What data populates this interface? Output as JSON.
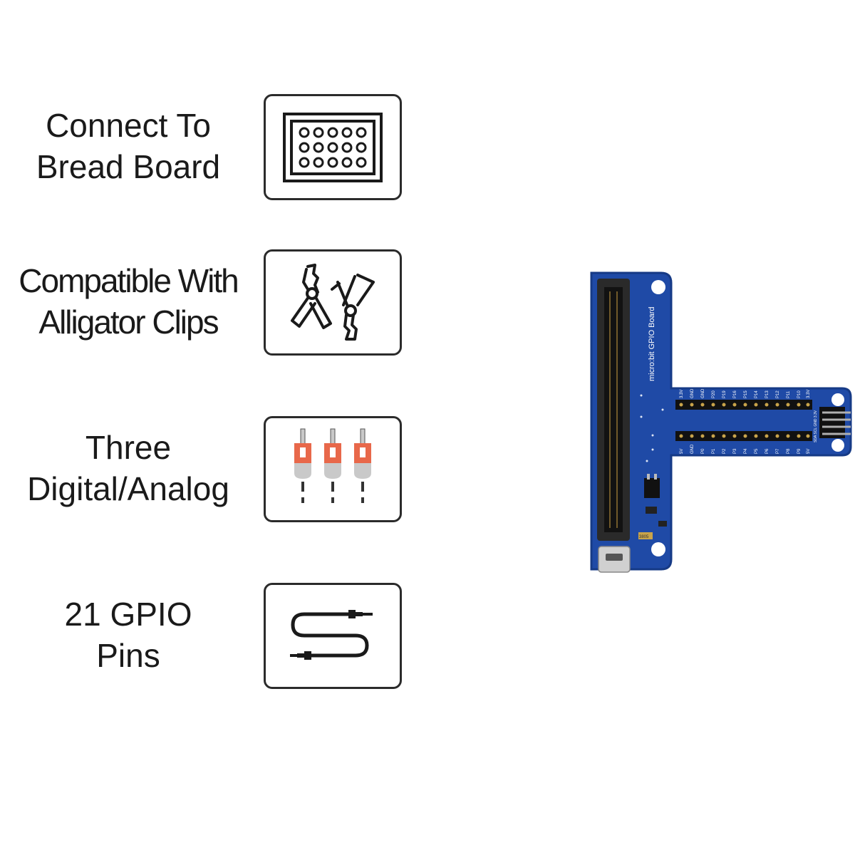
{
  "features": [
    {
      "lines": [
        "Connect To",
        "Bread Board"
      ],
      "icon": "breadboard-icon"
    },
    {
      "lines": [
        "Compatible With",
        "Alligator Clips"
      ],
      "icon": "alligator-clips-icon"
    },
    {
      "lines": [
        "Three",
        "Digital/Analog"
      ],
      "icon": "pin-headers-icon"
    },
    {
      "lines": [
        "21 GPIO",
        "Pins"
      ],
      "icon": "jumper-cable-icon"
    }
  ],
  "board": {
    "silkscreen_title": "micro:bit GPIO Board",
    "top_row_labels": [
      "3.3V",
      "GND",
      "GND",
      "P20",
      "P19",
      "P16",
      "P15",
      "P14",
      "P13",
      "P12",
      "P11",
      "P10",
      "3.3V"
    ],
    "bottom_row_labels": [
      "5V",
      "GND",
      "P0",
      "P1",
      "P2",
      "P3",
      "P4",
      "P5",
      "P6",
      "P7",
      "P8",
      "P9",
      "5V"
    ],
    "side_labels": "SDA SCL GND 3.3V",
    "chip_label": "3805",
    "colors": {
      "pcb": "#1f4aa6",
      "pcb_dark": "#163a86",
      "connector": "#2a2a2a",
      "pin_gold": "#b08a3a"
    }
  },
  "colors": {
    "icon_stroke": "#1a1a1a",
    "pin_orange": "#e8684a",
    "pin_gray": "#c9c9c9"
  }
}
